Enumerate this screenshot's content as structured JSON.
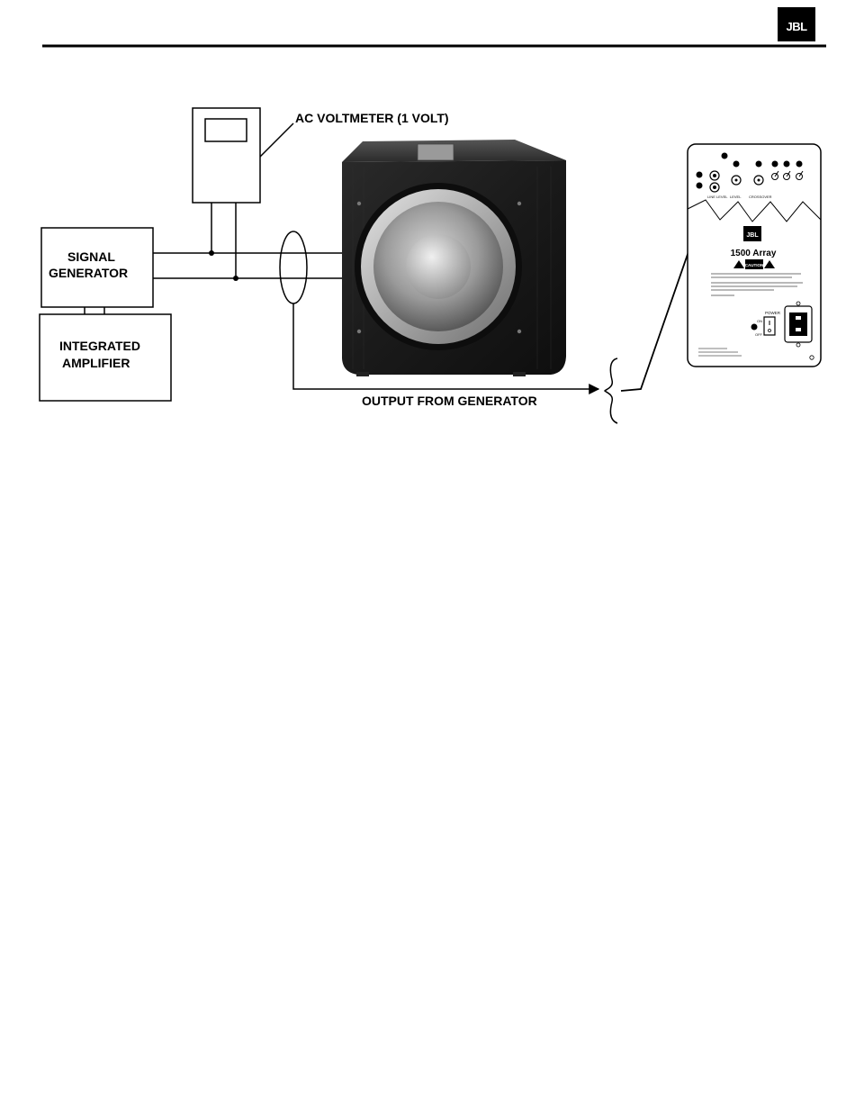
{
  "header": {
    "brand_logo": "JBL"
  },
  "diagram": {
    "voltmeter_label": "AC VOLTMETER (1 VOLT)",
    "signal_generator_line1": "SIGNAL",
    "signal_generator_line2": "GENERATOR",
    "amplifier_line1": "INTEGRATED",
    "amplifier_line2": "AMPLIFIER",
    "output_label": "OUTPUT FROM GENERATOR"
  },
  "rear_panel": {
    "logo": "JBL",
    "model": "1500 Array",
    "caution_label": "CAUTION",
    "power_label": "POWER",
    "on_label": "ON",
    "off_label": "OFF",
    "level_label": "LEVEL",
    "crossover_label": "CROSSOVER",
    "input_label": "LINE LEVEL"
  },
  "colors": {
    "ink": "#000000",
    "cabinet_dark": "#1c1c1c",
    "panel_bg": "#ffffff"
  }
}
